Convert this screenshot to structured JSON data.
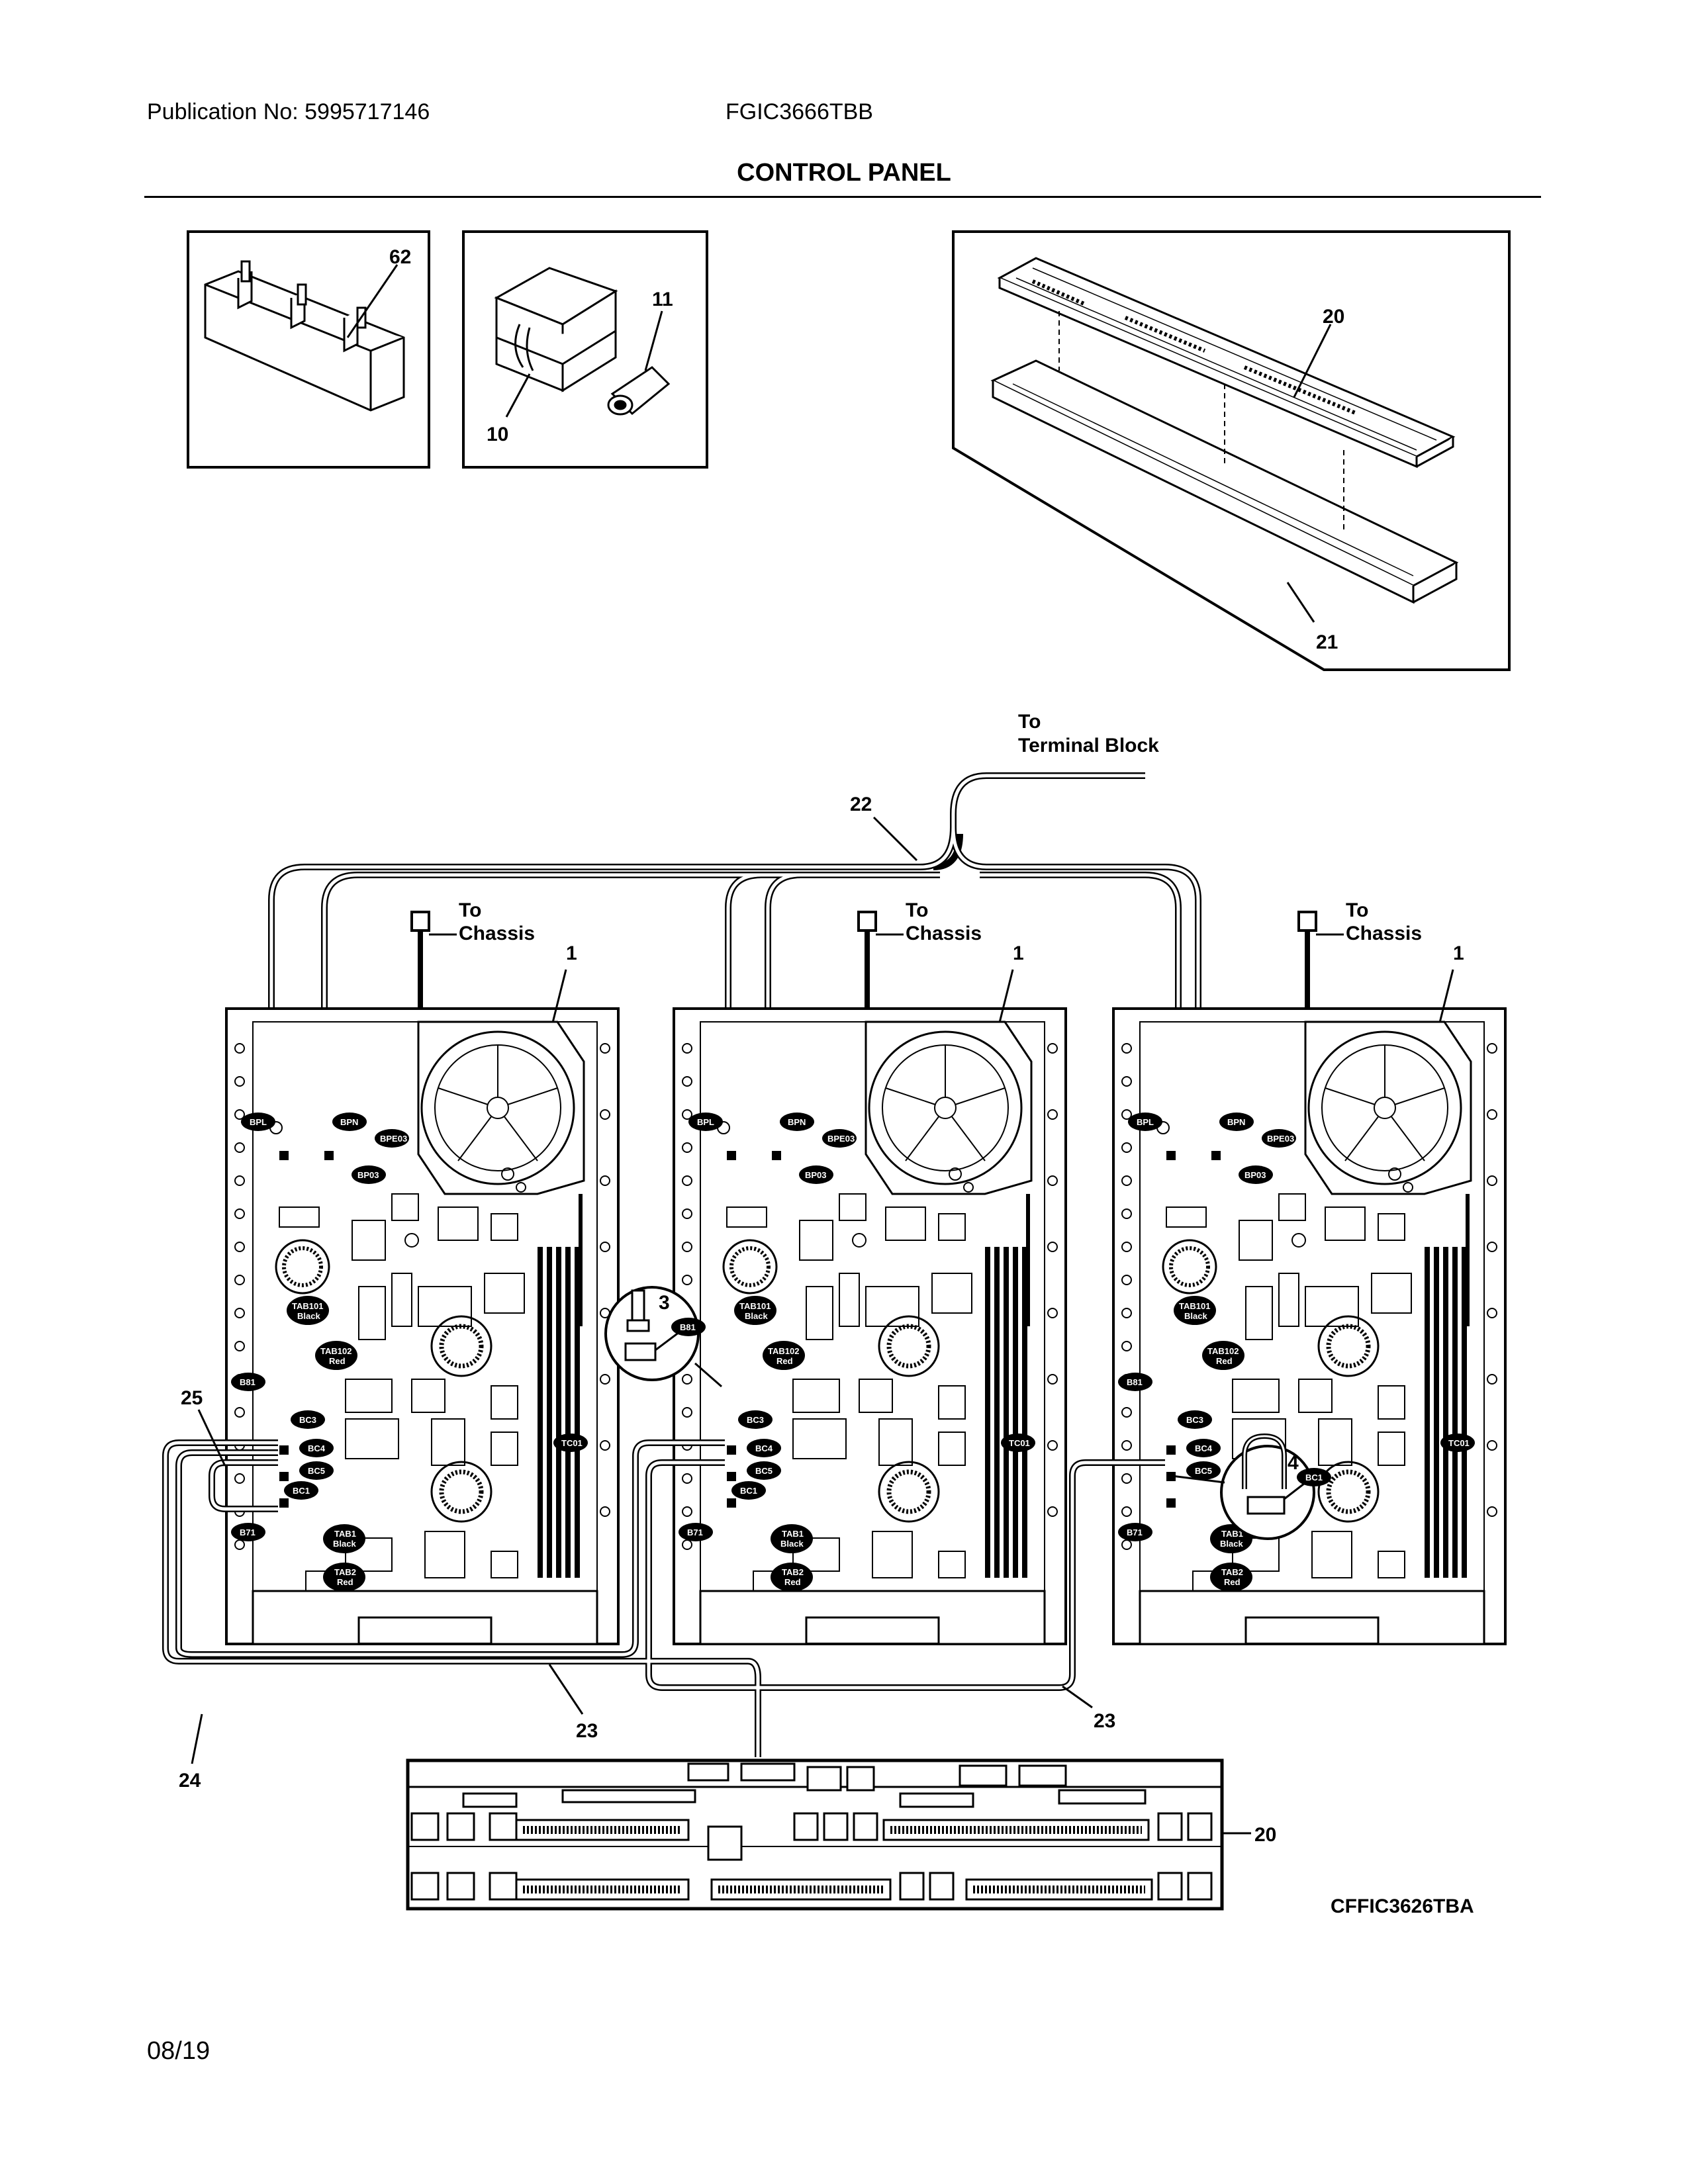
{
  "header": {
    "publication": "Publication No: 5995717146",
    "model": "FGIC3666TBB",
    "title": "CONTROL PANEL"
  },
  "footer": {
    "date": "08/19",
    "diagram_code": "CFFIC3626TBA"
  },
  "callouts": {
    "c62": "62",
    "c11": "11",
    "c10": "10",
    "c20_top": "20",
    "c21": "21",
    "c22": "22",
    "c1a": "1",
    "c1b": "1",
    "c1c": "1",
    "c3": "3",
    "c4": "4",
    "c25": "25",
    "c23a": "23",
    "c23b": "23",
    "c24": "24",
    "c20_bottom": "20"
  },
  "annotations": {
    "to": "To",
    "terminal_block": "Terminal Block",
    "chassis": "Chassis"
  },
  "connector_tags": {
    "bpl": "BPL",
    "bpn": "BPN",
    "bpe03": "BPE03",
    "bp03": "BP03",
    "tab101": "TAB101",
    "black": "Black",
    "tab102": "TAB102",
    "red": "Red",
    "b81": "B81",
    "bc3": "BC3",
    "bc4": "BC4",
    "bc5": "BC5",
    "bc1": "BC1",
    "b71": "B71",
    "tab1": "TAB1",
    "tab2": "TAB2",
    "tc01": "TC01"
  },
  "colors": {
    "line": "#000000",
    "background": "#ffffff"
  }
}
